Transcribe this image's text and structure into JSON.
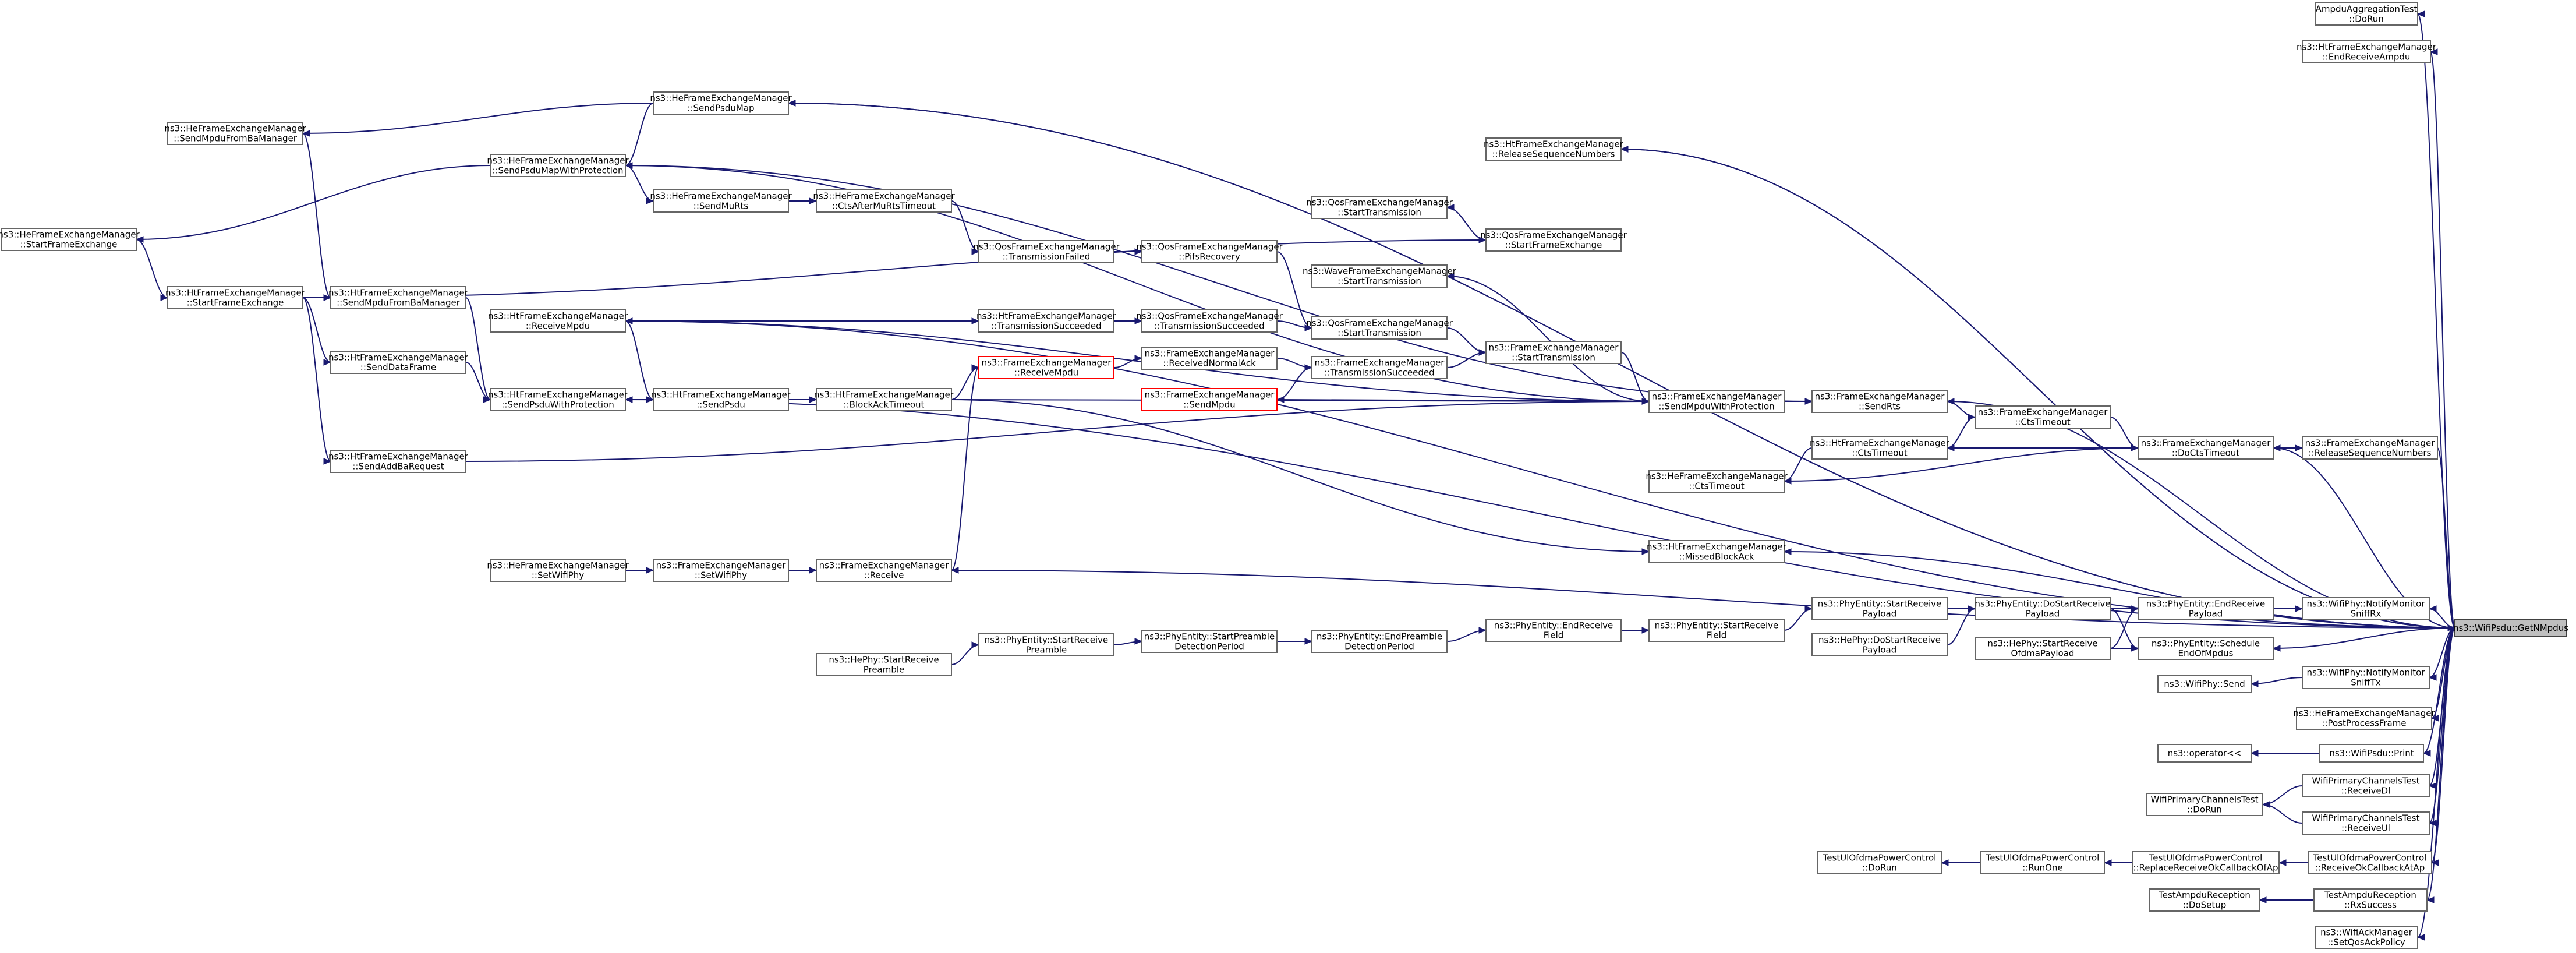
{
  "nodes": [
    {
      "id": "target",
      "lines": [
        "ns3::WifiPsdu::GetNMpdus"
      ],
      "focus": true
    },
    {
      "id": "ampdu_run",
      "lines": [
        "AmpduAggregationTest",
        "::DoRun"
      ]
    },
    {
      "id": "ht_endrx_ampdu",
      "lines": [
        "ns3::HtFrameExchangeManager",
        "::EndReceiveAmpdu"
      ]
    },
    {
      "id": "ht_release_seq_top",
      "lines": [
        "ns3::HtFrameExchangeManager",
        "::ReleaseSequenceNumbers"
      ]
    },
    {
      "id": "he_sendpsdumap",
      "lines": [
        "ns3::HeFrameExchangeManager",
        "::SendPsduMap"
      ]
    },
    {
      "id": "he_sendmpdu_fromba",
      "lines": [
        "ns3::HeFrameExchangeManager",
        "::SendMpduFromBaManager"
      ]
    },
    {
      "id": "he_sendpsdumap_prot",
      "lines": [
        "ns3::HeFrameExchangeManager",
        "::SendPsduMapWithProtection"
      ]
    },
    {
      "id": "he_start_fe",
      "lines": [
        "ns3::HeFrameExchangeManager",
        "::StartFrameExchange"
      ]
    },
    {
      "id": "he_sendmurts",
      "lines": [
        "ns3::HeFrameExchangeManager",
        "::SendMuRts"
      ]
    },
    {
      "id": "he_cts_after_murts",
      "lines": [
        "ns3::HeFrameExchangeManager",
        "::CtsAfterMuRtsTimeout"
      ]
    },
    {
      "id": "qos_start_tx_a",
      "lines": [
        "ns3::QosFrameExchangeManager",
        "::StartTransmission"
      ]
    },
    {
      "id": "qos_start_fe",
      "lines": [
        "ns3::QosFrameExchangeManager",
        "::StartFrameExchange"
      ]
    },
    {
      "id": "qos_tx_failed",
      "lines": [
        "ns3::QosFrameExchangeManager",
        "::TransmissionFailed"
      ]
    },
    {
      "id": "qos_pifs",
      "lines": [
        "ns3::QosFrameExchangeManager",
        "::PifsRecovery"
      ]
    },
    {
      "id": "wave_start_tx",
      "lines": [
        "ns3::WaveFrameExchangeManager",
        "::StartTransmission"
      ]
    },
    {
      "id": "ht_start_fe",
      "lines": [
        "ns3::HtFrameExchangeManager",
        "::StartFrameExchange"
      ]
    },
    {
      "id": "ht_sendmpdu_fromba",
      "lines": [
        "ns3::HtFrameExchangeManager",
        "::SendMpduFromBaManager"
      ]
    },
    {
      "id": "ht_receivempdu",
      "lines": [
        "ns3::HtFrameExchangeManager",
        "::ReceiveMpdu"
      ]
    },
    {
      "id": "ht_tx_succeeded",
      "lines": [
        "ns3::HtFrameExchangeManager",
        "::TransmissionSucceeded"
      ]
    },
    {
      "id": "qos_tx_succeeded",
      "lines": [
        "ns3::QosFrameExchangeManager",
        "::TransmissionSucceeded"
      ]
    },
    {
      "id": "qos_start_tx_b",
      "lines": [
        "ns3::QosFrameExchangeManager",
        "::StartTransmission"
      ]
    },
    {
      "id": "ht_senddataframe",
      "lines": [
        "ns3::HtFrameExchangeManager",
        "::SendDataFrame"
      ]
    },
    {
      "id": "fe_receivempdu",
      "lines": [
        "ns3::FrameExchangeManager",
        "::ReceiveMpdu"
      ],
      "red": true
    },
    {
      "id": "fe_recv_normal_ack",
      "lines": [
        "ns3::FrameExchangeManager",
        "::ReceivedNormalAck"
      ]
    },
    {
      "id": "fe_tx_succeeded",
      "lines": [
        "ns3::FrameExchangeManager",
        "::TransmissionSucceeded"
      ]
    },
    {
      "id": "fe_start_tx",
      "lines": [
        "ns3::FrameExchangeManager",
        "::StartTransmission"
      ]
    },
    {
      "id": "ht_sendpsdu_prot",
      "lines": [
        "ns3::HtFrameExchangeManager",
        "::SendPsduWithProtection"
      ]
    },
    {
      "id": "ht_sendpsdu",
      "lines": [
        "ns3::HtFrameExchangeManager",
        "::SendPsdu"
      ]
    },
    {
      "id": "ht_blockack_timeout",
      "lines": [
        "ns3::HtFrameExchangeManager",
        "::BlockAckTimeout"
      ]
    },
    {
      "id": "fe_sendmpdu",
      "lines": [
        "ns3::FrameExchangeManager",
        "::SendMpdu"
      ],
      "red": true
    },
    {
      "id": "fe_sendmpdu_prot",
      "lines": [
        "ns3::FrameExchangeManager",
        "::SendMpduWithProtection"
      ]
    },
    {
      "id": "fe_sendrts",
      "lines": [
        "ns3::FrameExchangeManager",
        "::SendRts"
      ]
    },
    {
      "id": "fe_ctstimeout",
      "lines": [
        "ns3::FrameExchangeManager",
        "::CtsTimeout"
      ]
    },
    {
      "id": "ht_ctstimeout",
      "lines": [
        "ns3::HtFrameExchangeManager",
        "::CtsTimeout"
      ]
    },
    {
      "id": "he_ctstimeout",
      "lines": [
        "ns3::HeFrameExchangeManager",
        "::CtsTimeout"
      ]
    },
    {
      "id": "fe_docts",
      "lines": [
        "ns3::FrameExchangeManager",
        "::DoCtsTimeout"
      ]
    },
    {
      "id": "ht_release_seq",
      "lines": [
        "ns3::FrameExchangeManager",
        "::ReleaseSequenceNumbers"
      ]
    },
    {
      "id": "ht_sendaddba",
      "lines": [
        "ns3::HtFrameExchangeManager",
        "::SendAddBaRequest"
      ]
    },
    {
      "id": "ht_missed_ba",
      "lines": [
        "ns3::HtFrameExchangeManager",
        "::MissedBlockAck"
      ]
    },
    {
      "id": "he_setwifiphy",
      "lines": [
        "ns3::HeFrameExchangeManager",
        "::SetWifiPhy"
      ]
    },
    {
      "id": "fe_setwifiphy",
      "lines": [
        "ns3::FrameExchangeManager",
        "::SetWifiPhy"
      ]
    },
    {
      "id": "fe_receive",
      "lines": [
        "ns3::FrameExchangeManager",
        "::Receive"
      ]
    },
    {
      "id": "phy_endrx_payload",
      "lines": [
        "ns3::PhyEntity::EndReceive",
        "Payload"
      ]
    },
    {
      "id": "phy_dostartrx_payload",
      "lines": [
        "ns3::PhyEntity::DoStartReceive",
        "Payload"
      ]
    },
    {
      "id": "phy_startrx_payload",
      "lines": [
        "ns3::PhyEntity::StartReceive",
        "Payload"
      ]
    },
    {
      "id": "phy_startrx_field",
      "lines": [
        "ns3::PhyEntity::StartReceive",
        "Field"
      ]
    },
    {
      "id": "phy_endrx_field",
      "lines": [
        "ns3::PhyEntity::EndReceive",
        "Field"
      ]
    },
    {
      "id": "phy_endpreamble",
      "lines": [
        "ns3::PhyEntity::EndPreamble",
        "DetectionPeriod"
      ]
    },
    {
      "id": "phy_startpreamble",
      "lines": [
        "ns3::PhyEntity::StartPreamble",
        "DetectionPeriod"
      ]
    },
    {
      "id": "phy_startrx_preamble",
      "lines": [
        "ns3::PhyEntity::StartReceive",
        "Preamble"
      ]
    },
    {
      "id": "hephy_startrx_preamble",
      "lines": [
        "ns3::HePhy::StartReceive",
        "Preamble"
      ]
    },
    {
      "id": "hephy_dostartrx_payload",
      "lines": [
        "ns3::HePhy::DoStartReceive",
        "Payload"
      ]
    },
    {
      "id": "hephy_startrx_ofdma",
      "lines": [
        "ns3::HePhy::StartReceive",
        "OfdmaPayload"
      ]
    },
    {
      "id": "phy_schedule_end",
      "lines": [
        "ns3::PhyEntity::Schedule",
        "EndOfMpdus"
      ]
    },
    {
      "id": "wifiphy_notify_sniffrx",
      "lines": [
        "ns3::WifiPhy::NotifyMonitor",
        "SniffRx"
      ]
    },
    {
      "id": "wifiphy_send",
      "lines": [
        "ns3::WifiPhy::Send"
      ]
    },
    {
      "id": "wifiphy_notify_snifftx",
      "lines": [
        "ns3::WifiPhy::NotifyMonitor",
        "SniffTx"
      ]
    },
    {
      "id": "he_postprocess",
      "lines": [
        "ns3::HeFrameExchangeManager",
        "::PostProcessFrame"
      ]
    },
    {
      "id": "operator_ll",
      "lines": [
        "ns3::operator<<"
      ]
    },
    {
      "id": "wifipsdu_print",
      "lines": [
        "ns3::WifiPsdu::Print"
      ]
    },
    {
      "id": "wpc_receivedl",
      "lines": [
        "WifiPrimaryChannelsTest",
        "::ReceiveDl"
      ]
    },
    {
      "id": "wpc_dorun",
      "lines": [
        "WifiPrimaryChannelsTest",
        "::DoRun"
      ]
    },
    {
      "id": "wpc_receiveul",
      "lines": [
        "WifiPrimaryChannelsTest",
        "::ReceiveUl"
      ]
    },
    {
      "id": "ul_dorun",
      "lines": [
        "TestUlOfdmaPowerControl",
        "::DoRun"
      ]
    },
    {
      "id": "ul_runone",
      "lines": [
        "TestUlOfdmaPowerControl",
        "::RunOne"
      ]
    },
    {
      "id": "ul_replace_cb",
      "lines": [
        "TestUlOfdmaPowerControl",
        "::ReplaceReceiveOkCallbackOfAp"
      ]
    },
    {
      "id": "ul_receiveok_cb",
      "lines": [
        "TestUlOfdmaPowerControl",
        "::ReceiveOkCallbackAtAp"
      ]
    },
    {
      "id": "ampdu_rx_setup",
      "lines": [
        "TestAmpduReception",
        "::DoSetup"
      ]
    },
    {
      "id": "ampdu_rx_success",
      "lines": [
        "TestAmpduReception",
        "::RxSuccess"
      ]
    },
    {
      "id": "wifiack_setqos",
      "lines": [
        "ns3::WifiAckManager",
        "::SetQosAckPolicy"
      ]
    }
  ],
  "edges": [
    [
      "ampdu_run",
      "target"
    ],
    [
      "ht_endrx_ampdu",
      "target"
    ],
    [
      "ht_release_seq_top",
      "target"
    ],
    [
      "he_sendpsdumap",
      "target"
    ],
    [
      "he_sendmpdu_fromba",
      "he_sendpsdumap"
    ],
    [
      "he_sendpsdumap_prot",
      "he_sendpsdumap"
    ],
    [
      "he_start_fe",
      "he_sendpsdumap_prot"
    ],
    [
      "he_sendmurts",
      "he_sendpsdumap_prot"
    ],
    [
      "he_cts_after_murts",
      "he_sendmurts"
    ],
    [
      "qos_start_tx_a",
      "qos_start_fe"
    ],
    [
      "qos_start_fe",
      "ht_start_fe"
    ],
    [
      "qos_tx_failed",
      "he_cts_after_murts"
    ],
    [
      "qos_pifs",
      "qos_tx_failed"
    ],
    [
      "wave_start_tx",
      "fe_sendmpdu_prot"
    ],
    [
      "ht_start_fe",
      "he_start_fe"
    ],
    [
      "ht_sendmpdu_fromba",
      "ht_start_fe"
    ],
    [
      "ht_sendmpdu_fromba",
      "he_sendmpdu_fromba"
    ],
    [
      "ht_receivempdu",
      "fe_sendmpdu_prot"
    ],
    [
      "ht_tx_succeeded",
      "ht_receivempdu"
    ],
    [
      "qos_tx_succeeded",
      "ht_tx_succeeded"
    ],
    [
      "qos_start_tx_b",
      "qos_pifs"
    ],
    [
      "qos_start_tx_b",
      "qos_tx_succeeded"
    ],
    [
      "ht_senddataframe",
      "ht_start_fe"
    ],
    [
      "fe_receivempdu",
      "ht_blockack_timeout"
    ],
    [
      "fe_recv_normal_ack",
      "fe_receivempdu"
    ],
    [
      "fe_tx_succeeded",
      "fe_recv_normal_ack"
    ],
    [
      "fe_start_tx",
      "qos_start_tx_b"
    ],
    [
      "fe_start_tx",
      "fe_tx_succeeded"
    ],
    [
      "ht_sendpsdu_prot",
      "ht_senddataframe"
    ],
    [
      "ht_sendpsdu_prot",
      "ht_sendmpdu_fromba"
    ],
    [
      "ht_sendpsdu",
      "ht_sendpsdu_prot"
    ],
    [
      "ht_sendpsdu",
      "ht_receivempdu"
    ],
    [
      "ht_blockack_timeout",
      "ht_sendpsdu"
    ],
    [
      "fe_sendmpdu",
      "fe_tx_succeeded"
    ],
    [
      "fe_sendmpdu_prot",
      "fe_start_tx"
    ],
    [
      "fe_sendmpdu_prot",
      "fe_sendmpdu"
    ],
    [
      "fe_sendmpdu_prot",
      "ht_sendaddba"
    ],
    [
      "fe_sendmpdu_prot",
      "ht_blockack_timeout"
    ],
    [
      "fe_sendmpdu_prot",
      "he_sendpsdumap_prot"
    ],
    [
      "fe_sendrts",
      "fe_sendmpdu_prot"
    ],
    [
      "fe_sendrts",
      "he_sendpsdumap_prot"
    ],
    [
      "fe_ctstimeout",
      "fe_sendrts"
    ],
    [
      "ht_ctstimeout",
      "fe_ctstimeout"
    ],
    [
      "he_ctstimeout",
      "ht_ctstimeout"
    ],
    [
      "fe_docts",
      "fe_ctstimeout"
    ],
    [
      "fe_docts",
      "ht_ctstimeout"
    ],
    [
      "fe_docts",
      "he_ctstimeout"
    ],
    [
      "ht_release_seq",
      "fe_docts"
    ],
    [
      "target",
      "ht_release_seq"
    ],
    [
      "ht_sendaddba",
      "ht_start_fe"
    ],
    [
      "ht_missed_ba",
      "ht_blockack_timeout"
    ],
    [
      "fe_setwifiphy",
      "he_setwifiphy"
    ],
    [
      "fe_receive",
      "fe_setwifiphy"
    ],
    [
      "fe_receive",
      "fe_receivempdu"
    ],
    [
      "phy_endrx_payload",
      "phy_dostartrx_payload"
    ],
    [
      "phy_endrx_payload",
      "hephy_startrx_ofdma"
    ],
    [
      "phy_dostartrx_payload",
      "phy_startrx_payload"
    ],
    [
      "phy_dostartrx_payload",
      "hephy_dostartrx_payload"
    ],
    [
      "phy_startrx_payload",
      "phy_startrx_field"
    ],
    [
      "phy_startrx_field",
      "phy_endrx_field"
    ],
    [
      "phy_endrx_field",
      "phy_endpreamble"
    ],
    [
      "phy_endpreamble",
      "phy_startpreamble"
    ],
    [
      "phy_startpreamble",
      "phy_startrx_preamble"
    ],
    [
      "phy_startrx_preamble",
      "hephy_startrx_preamble"
    ],
    [
      "phy_schedule_end",
      "phy_dostartrx_payload"
    ],
    [
      "phy_schedule_end",
      "hephy_startrx_ofdma"
    ],
    [
      "wifiphy_notify_sniffrx",
      "phy_endrx_payload"
    ],
    [
      "wifiphy_send",
      "wifiphy_notify_snifftx"
    ],
    [
      "operator_ll",
      "wifipsdu_print"
    ],
    [
      "wpc_dorun",
      "wpc_receivedl"
    ],
    [
      "wpc_dorun",
      "wpc_receiveul"
    ],
    [
      "ul_dorun",
      "ul_runone"
    ],
    [
      "ul_runone",
      "ul_replace_cb"
    ],
    [
      "ul_replace_cb",
      "ul_receiveok_cb"
    ],
    [
      "ampdu_rx_setup",
      "ampdu_rx_success"
    ],
    [
      "ht_release_seq_top",
      "target"
    ],
    [
      "fe_receive",
      "target"
    ],
    [
      "phy_schedule_end",
      "target"
    ],
    [
      "wifiphy_notify_sniffrx",
      "target"
    ],
    [
      "wifiphy_notify_snifftx",
      "target"
    ],
    [
      "he_postprocess",
      "target"
    ],
    [
      "wifipsdu_print",
      "target"
    ],
    [
      "wpc_receivedl",
      "target"
    ],
    [
      "wpc_receiveul",
      "target"
    ],
    [
      "ul_receiveok_cb",
      "target"
    ],
    [
      "ampdu_rx_success",
      "target"
    ],
    [
      "wifiack_setqos",
      "target"
    ],
    [
      "fe_docts",
      "target"
    ],
    [
      "ht_missed_ba",
      "target"
    ],
    [
      "ht_receivempdu",
      "target"
    ],
    [
      "ht_sendpsdu_prot",
      "target"
    ],
    [
      "he_sendpsdumap",
      "target"
    ],
    [
      "fe_sendrts",
      "target"
    ]
  ]
}
